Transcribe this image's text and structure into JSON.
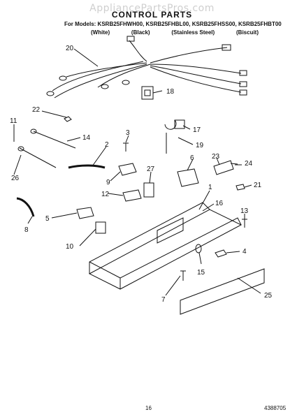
{
  "header": {
    "watermark": "AppliancePartsPros.com",
    "title": "CONTROL PARTS",
    "models": "For Models: KSRB25FHWH00, KSRB25FHBL00, KSRB25FHSS00, KSRB25FHBT00",
    "variants": [
      "(White)",
      "(Black)",
      "(Stainless Steel)",
      "(Biscuit)"
    ]
  },
  "callouts": [
    "20",
    "18",
    "22",
    "17",
    "11",
    "14",
    "3",
    "19",
    "2",
    "6",
    "23",
    "24",
    "26",
    "27",
    "9",
    "1",
    "21",
    "12",
    "16",
    "13",
    "5",
    "8",
    "10",
    "4",
    "15",
    "7",
    "25"
  ],
  "footer": {
    "page_number": "16",
    "document_number": "4388705"
  }
}
